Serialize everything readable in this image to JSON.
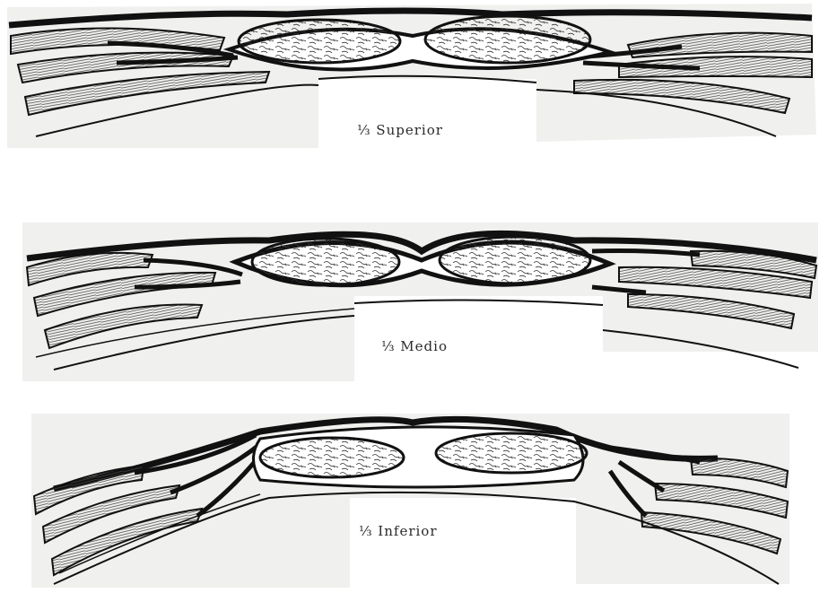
{
  "panels": [
    {
      "caption": "⅓  Superior"
    },
    {
      "caption": "⅓  Medio"
    },
    {
      "caption": "⅓  Inferior"
    }
  ],
  "colors": {
    "paper": "#f2f2f0",
    "ink": "#111111",
    "fill": "#ffffff"
  }
}
